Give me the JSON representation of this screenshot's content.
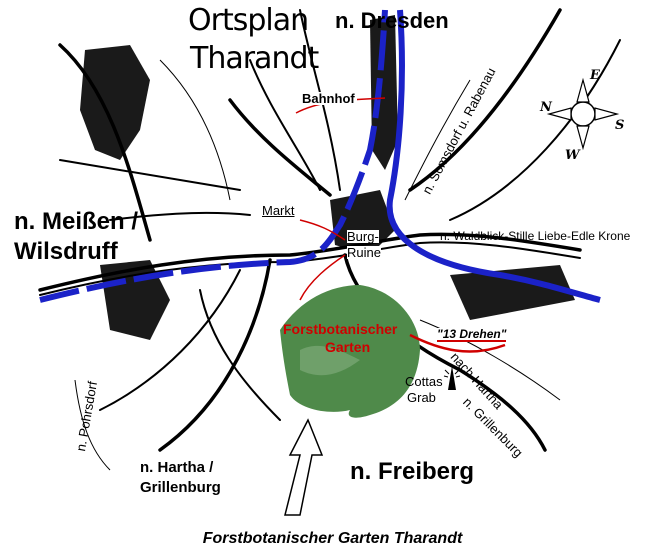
{
  "map": {
    "title_line1": "Ortsplan",
    "title_line2": "Tharandt",
    "caption": "Forstbotanischer Garten Tharandt",
    "colors": {
      "river": "#1b22c8",
      "road": "#000000",
      "route": "#d00000",
      "garden_label": "#d00000",
      "forest": "#4f8a4a"
    },
    "labels": {
      "dresden": "n. Dresden",
      "meissen_1": "n. Meißen /",
      "meissen_2": "Wilsdruff",
      "freiberg": "n. Freiberg",
      "hartha_1": "n. Hartha /",
      "hartha_2": "Grillenburg",
      "bahnhof": "Bahnhof",
      "somsdorf": "n. Somsdorf u. Rabenau",
      "markt": "Markt",
      "burg_1": "Burg-",
      "burg_2": "Ruine",
      "waldblick": "n. Waldblick-Stille Liebe-Edle Krone",
      "garden_1": "Forstbotanischer",
      "garden_2": "Garten",
      "dreizehn": "\"13 Drehen\"",
      "nach_hartha": "nach Hartha",
      "grillenburg": "n. Grillenburg",
      "cotta_1": "Cottas",
      "cotta_2": "Grab",
      "pohrsdorf": "n. Pohrsdorf"
    },
    "compass": {
      "n": "N",
      "e": "E",
      "s": "S",
      "w": "W"
    }
  }
}
